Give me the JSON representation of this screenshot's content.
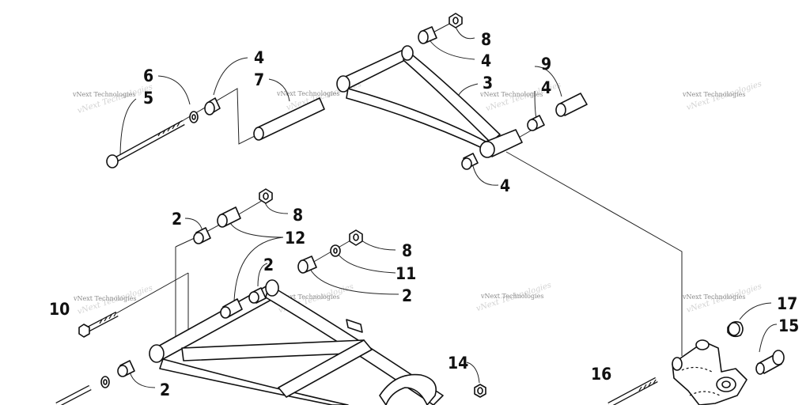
{
  "callouts": {
    "top_bushing_nut": "8",
    "top_bushing_right_upper": "4",
    "upper_a_arm": "3",
    "spacer_9": "9",
    "bushing_right_mid": "4",
    "bushing_bottom": "4",
    "bushing_left": "4",
    "sleeve_7": "7",
    "washer_6": "6",
    "bolt_5": "5",
    "lower_left_bushing": "2",
    "lower_left_nut": "8",
    "lower_sleeves_12": "12",
    "lower_center_bushing": "2",
    "lower_right_nut": "8",
    "washer_11": "11",
    "lower_right_bushing": "2",
    "bolt_10": "10",
    "nut_14": "14",
    "bottom_bushing": "2",
    "nut_17": "17",
    "bolt_15": "15",
    "bolt_16": "16"
  },
  "watermark": "vNext Technologies"
}
